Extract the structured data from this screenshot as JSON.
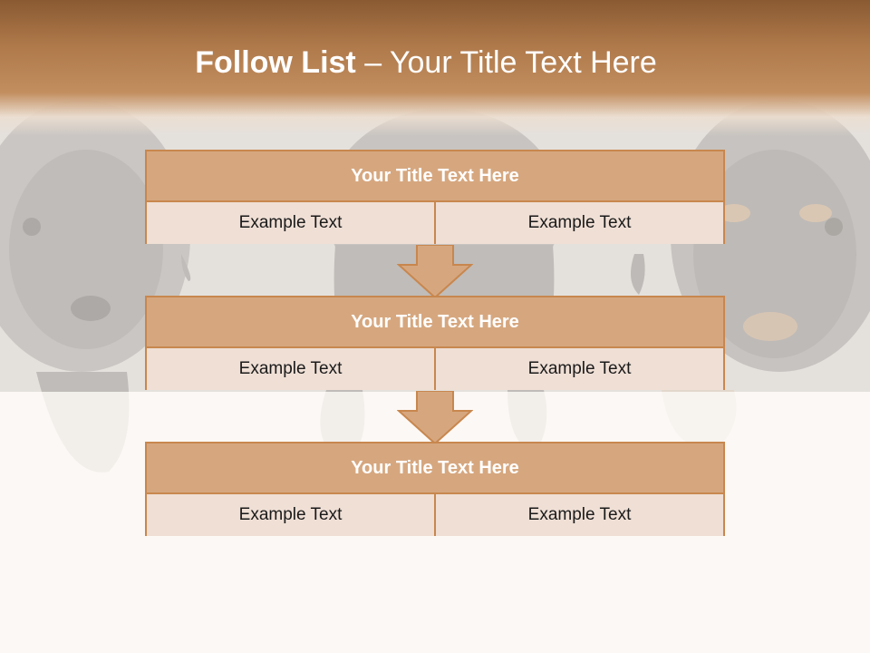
{
  "slide": {
    "title_bold": "Follow List",
    "title_rest": " – Your Title Text Here"
  },
  "colors": {
    "header": "#b07a4b",
    "box_title": "#d6a77f",
    "box_cell": "#efdfd5",
    "border": "#c8874e"
  },
  "boxes": [
    {
      "title": "Your Title Text Here",
      "left": "Example Text",
      "right": "Example Text"
    },
    {
      "title": "Your Title Text Here",
      "left": "Example Text",
      "right": "Example Text"
    },
    {
      "title": "Your Title Text Here",
      "left": "Example Text",
      "right": "Example Text"
    }
  ],
  "icons": [
    "down-arrow-icon",
    "down-arrow-icon"
  ]
}
